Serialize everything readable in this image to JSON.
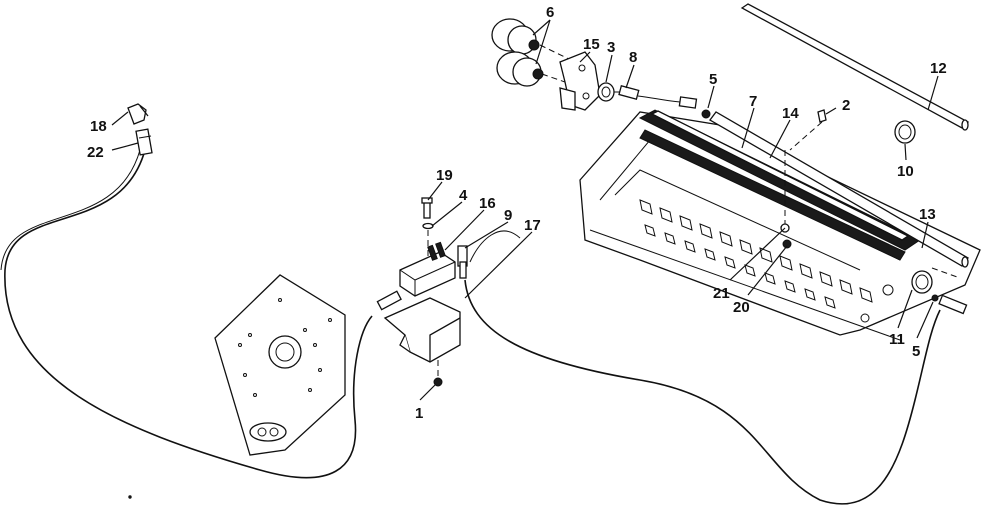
{
  "callouts": {
    "c1": "1",
    "c2": "2",
    "c3": "3",
    "c4": "4",
    "c5a": "5",
    "c5b": "5",
    "c6": "6",
    "c7": "7",
    "c8": "8",
    "c9": "9",
    "c10": "10",
    "c11": "11",
    "c12": "12",
    "c13": "13",
    "c14": "14",
    "c15": "15",
    "c16": "16",
    "c17": "17",
    "c18": "18",
    "c19": "19",
    "c20": "20",
    "c21": "21",
    "c22": "22"
  },
  "colors": {
    "ink": "#111111",
    "background": "#ffffff"
  }
}
